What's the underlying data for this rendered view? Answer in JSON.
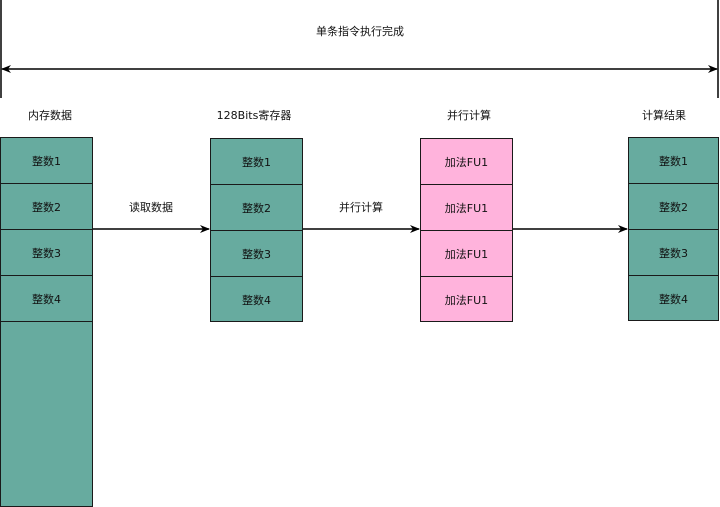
{
  "title": "单条指令执行完成",
  "columns": {
    "memory": {
      "label": "内存数据",
      "cells": [
        "整数1",
        "整数2",
        "整数3",
        "整数4"
      ]
    },
    "register": {
      "label": "128Bits寄存器",
      "cells": [
        "整数1",
        "整数2",
        "整数3",
        "整数4"
      ]
    },
    "compute": {
      "label": "并行计算",
      "cells": [
        "加法FU1",
        "加法FU1",
        "加法FU1",
        "加法FU1"
      ]
    },
    "result": {
      "label": "计算结果",
      "cells": [
        "整数1",
        "整数2",
        "整数3",
        "整数4"
      ]
    }
  },
  "arrows": {
    "read": "读取数据",
    "parallel": "并行计算"
  },
  "colors": {
    "teal": "#67ab9f",
    "pink": "#ffb3dc"
  }
}
